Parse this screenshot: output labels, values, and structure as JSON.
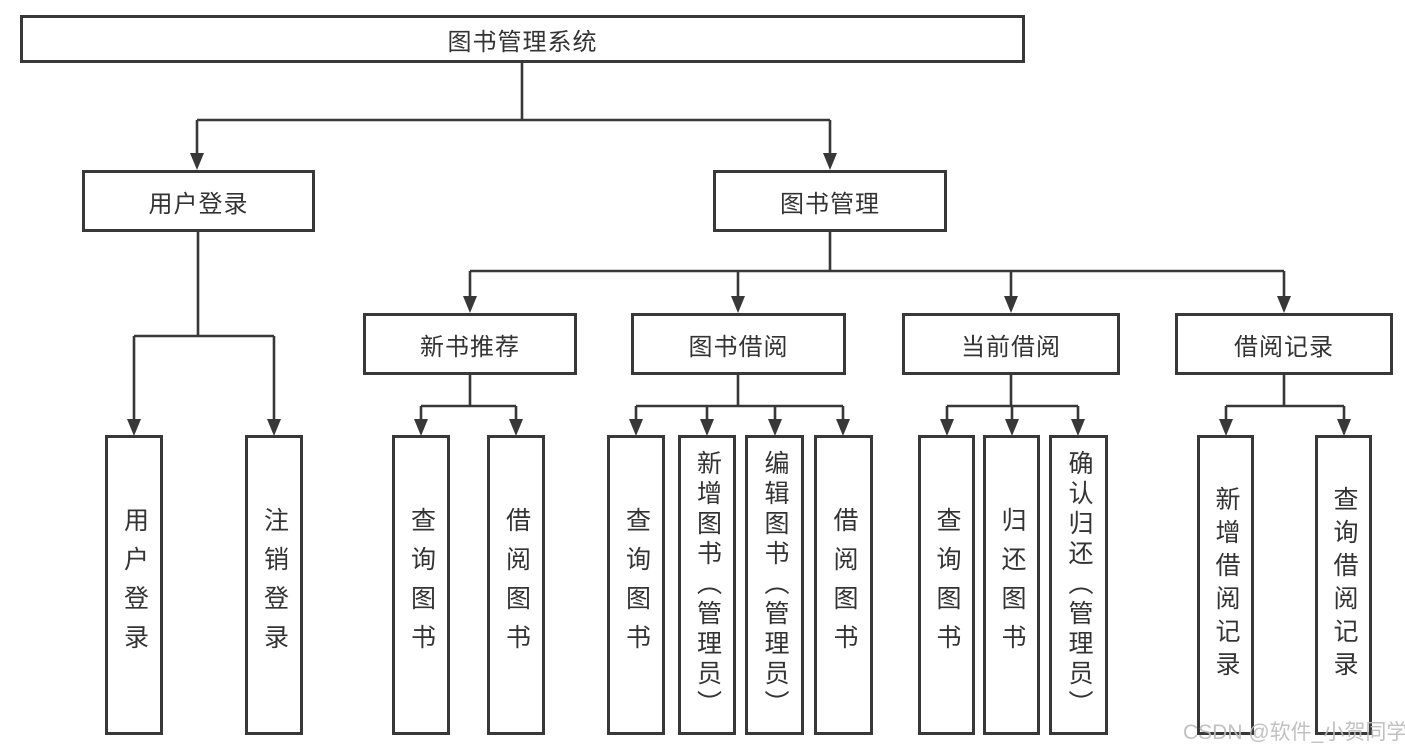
{
  "tree": {
    "label": "图书管理系统",
    "children": [
      {
        "label": "用户登录",
        "children": [
          {
            "label": "用户登录"
          },
          {
            "label": "注销登录"
          }
        ]
      },
      {
        "label": "图书管理",
        "children": [
          {
            "label": "新书推荐",
            "children": [
              {
                "label": "查询图书"
              },
              {
                "label": "借阅图书"
              }
            ]
          },
          {
            "label": "图书借阅",
            "children": [
              {
                "label": "查询图书"
              },
              {
                "label": "新增图书（管理员）"
              },
              {
                "label": "编辑图书（管理员）"
              },
              {
                "label": "借阅图书"
              }
            ]
          },
          {
            "label": "当前借阅",
            "children": [
              {
                "label": "查询图书"
              },
              {
                "label": "归还图书"
              },
              {
                "label": "确认归还（管理员）"
              }
            ]
          },
          {
            "label": "借阅记录",
            "children": [
              {
                "label": "新增借阅记录"
              },
              {
                "label": "查询借阅记录"
              }
            ]
          }
        ]
      }
    ]
  },
  "watermark": {
    "text": "CSDN @软件_小贺同学"
  },
  "colors": {
    "line": "#383838",
    "text": "#333333",
    "background": "#ffffff",
    "watermark": "#bcbcbc"
  }
}
